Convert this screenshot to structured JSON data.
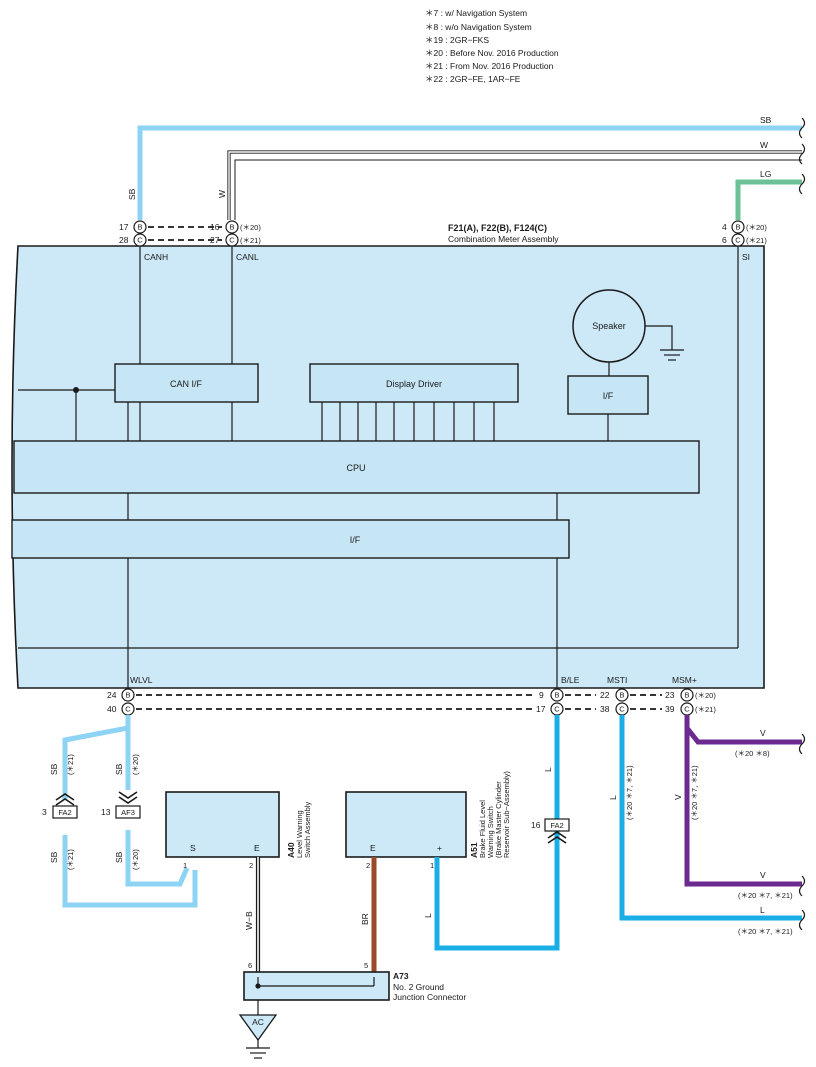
{
  "notes": [
    "＊7 : w/ Navigation System",
    "＊8 : w/o Navigation System",
    "＊19 : 2GR−FKS",
    "＊20 : Before Nov.  2016 Production",
    "＊21 : From Nov.  2016 Production",
    "＊22 : 2GR−FE,  1AR−FE"
  ],
  "colors": {
    "SB": "#8dd3f3",
    "L": "#19aee6",
    "LG": "#6cc296",
    "V": "#6a2a90",
    "BR": "#9b4a2a",
    "W": "#ffffff",
    "box_fill": "#cde9f7"
  },
  "wires": {
    "sb": "SB",
    "w": "W",
    "lg": "LG",
    "v": "V",
    "l": "L",
    "br": "BR",
    "wb": "W−B"
  },
  "meter": {
    "title": "F21(A), F22(B), F124(C)",
    "subtitle": "Combination Meter Assembly",
    "pins_top": {
      "canh_b": "17",
      "canh_c": "28",
      "canl_b": "16",
      "canl_c": "27",
      "si_b": "4",
      "si_c": "6"
    },
    "pins_bottom": {
      "wlvl_b": "24",
      "wlvl_c": "40",
      "ble_b": "9",
      "ble_c": "17",
      "msti_b": "22",
      "msti_c": "38",
      "msm_b": "23",
      "msm_c": "39"
    },
    "labels": {
      "canh": "CANH",
      "canl": "CANL",
      "si": "SI",
      "wlvl": "WLVL",
      "ble": "B/LE",
      "msti": "MSTI",
      "msm": "MSM+"
    },
    "blocks": {
      "can_if": "CAN I/F",
      "display": "Display Driver",
      "speaker": "Speaker",
      "spk_if": "I/F",
      "cpu": "CPU",
      "if": "I/F"
    }
  },
  "conditions": {
    "c20": "(＊20)",
    "c21": "(＊21)",
    "c20_8": "(＊20 ＊8)",
    "c20_7_21": "(＊20 ＊7, ＊21)",
    "c20_7_21b": "(＊20 ＊7, ＊21)",
    "c20_7_21c": "(＊20 ＊7, ＊21)"
  },
  "connectors": {
    "fa2_left": {
      "pin": "3",
      "name": "FA2"
    },
    "af3": {
      "pin": "13",
      "name": "AF3"
    },
    "fa2_right": {
      "pin": "16",
      "name": "FA2"
    }
  },
  "a40": {
    "id": "A40",
    "name_line1": "Level Warning",
    "name_line2": "Switch Assembly",
    "term_s": "S",
    "term_e": "E",
    "pin_s": "1",
    "pin_e": "2"
  },
  "a51": {
    "id": "A51",
    "name_line1": "Brake Fluid Level",
    "name_line2": "Warning Switch",
    "name_line3": "(Brake Master Cylinder",
    "name_line4": "Reservoir Sub−Assembly)",
    "term_e": "E",
    "term_plus": "+",
    "pin_e": "2",
    "pin_plus": "1"
  },
  "a73": {
    "id": "A73",
    "name_line1": "No.  2 Ground",
    "name_line2": "Junction Connector",
    "pin_left": "6",
    "pin_right": "5"
  },
  "ground": {
    "label": "AC"
  }
}
